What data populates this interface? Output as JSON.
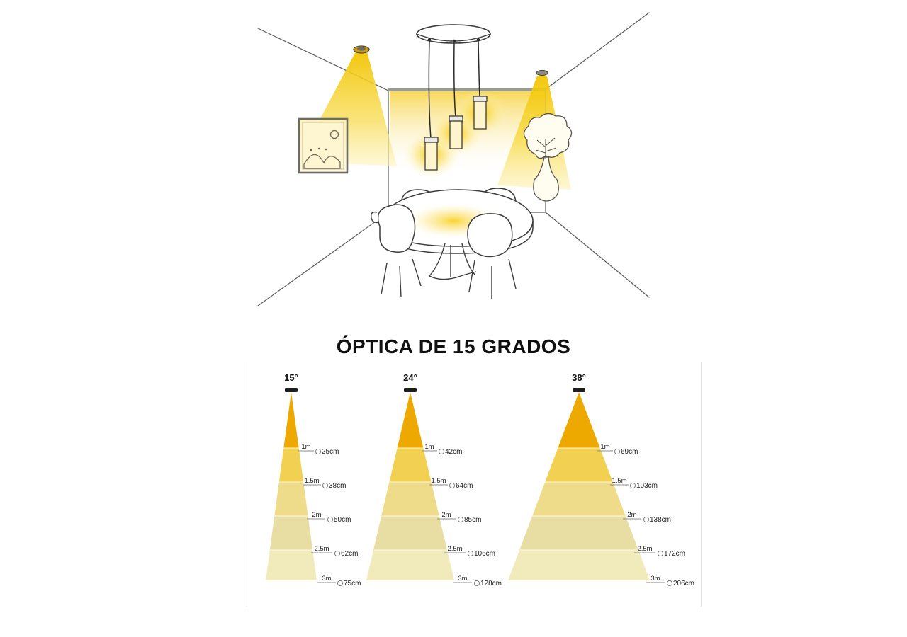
{
  "title": "ÓPTICA DE 15 GRADOS",
  "illustration": {
    "name": "dining-room-lighting-illustration",
    "alt": "Dibujo lineal de comedor con lámpara colgante de 3 cilindros y dos focos empotrados"
  },
  "colors": {
    "band1": "#EDA900",
    "band2": "#F2D152",
    "band3": "#EEDC8A",
    "band4": "#E8DEA3",
    "band5": "#F1EBBB",
    "fixture": "#1d1d1d",
    "divider": "#e3e3e3",
    "beam_glow": "#F5C518",
    "line": "#555555"
  },
  "chart_data": {
    "type": "diagram",
    "title": "ÓPTICA DE 15 GRADOS",
    "xlabel": "",
    "ylabel": "",
    "distance_unit": "m",
    "diameter_unit": "cm",
    "distances": [
      "1m",
      "1.5m",
      "2m",
      "2.5m",
      "3m"
    ],
    "series": [
      {
        "name": "15°",
        "angle_label": "15°",
        "angle_deg": 15,
        "diameters_cm": [
          25,
          38,
          50,
          62,
          75
        ],
        "diameter_labels": [
          "25cm",
          "38cm",
          "50cm",
          "62cm",
          "75cm"
        ]
      },
      {
        "name": "24°",
        "angle_label": "24°",
        "angle_deg": 24,
        "diameters_cm": [
          42,
          64,
          85,
          106,
          128
        ],
        "diameter_labels": [
          "42cm",
          "64cm",
          "85cm",
          "106cm",
          "128cm"
        ]
      },
      {
        "name": "38°",
        "angle_label": "38°",
        "angle_deg": 38,
        "diameters_cm": [
          69,
          103,
          138,
          172,
          206
        ],
        "diameter_labels": [
          "69cm",
          "103cm",
          "138cm",
          "172cm",
          "206cm"
        ]
      }
    ]
  },
  "cones": [
    {
      "angle": "15°",
      "rows": [
        {
          "distance": "1m",
          "diameter": "25cm"
        },
        {
          "distance": "1.5m",
          "diameter": "38cm"
        },
        {
          "distance": "2m",
          "diameter": "50cm"
        },
        {
          "distance": "2.5m",
          "diameter": "62cm"
        },
        {
          "distance": "3m",
          "diameter": "75cm"
        }
      ]
    },
    {
      "angle": "24°",
      "rows": [
        {
          "distance": "1m",
          "diameter": "42cm"
        },
        {
          "distance": "1.5m",
          "diameter": "64cm"
        },
        {
          "distance": "2m",
          "diameter": "85cm"
        },
        {
          "distance": "2.5m",
          "diameter": "106cm"
        },
        {
          "distance": "3m",
          "diameter": "128cm"
        }
      ]
    },
    {
      "angle": "38°",
      "rows": [
        {
          "distance": "1m",
          "diameter": "69cm"
        },
        {
          "distance": "1.5m",
          "diameter": "103cm"
        },
        {
          "distance": "2m",
          "diameter": "138cm"
        },
        {
          "distance": "2.5m",
          "diameter": "172cm"
        },
        {
          "distance": "3m",
          "diameter": "206cm"
        }
      ]
    }
  ]
}
